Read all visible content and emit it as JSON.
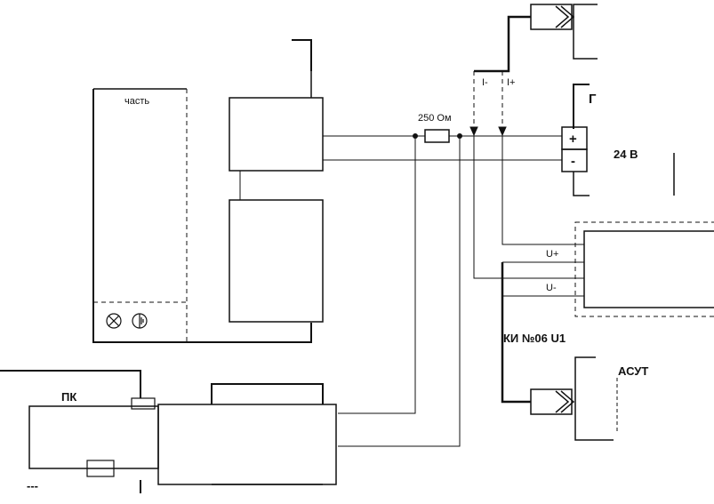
{
  "labels": {
    "part": "часть",
    "resistor": "250 Ом",
    "i_minus": "I-",
    "i_plus": "I+",
    "plus": "+",
    "minus": "-",
    "voltage": "24 В",
    "u_plus": "U+",
    "u_minus": "U-",
    "ki_label": "КИ №06 U1",
    "pk": "ПК",
    "dashes": "---",
    "top_right": "Г",
    "asut": "АСУТ"
  },
  "icons": [
    "lamp-icon",
    "ground-icon",
    "connector-icon"
  ],
  "colors": {
    "line": "#111111",
    "background": "#ffffff"
  }
}
